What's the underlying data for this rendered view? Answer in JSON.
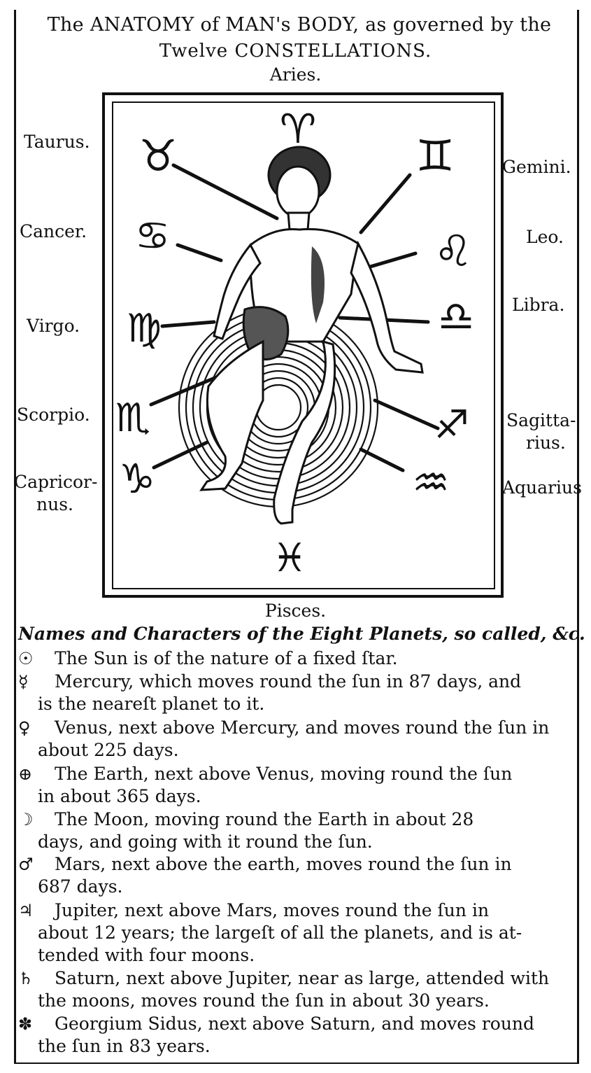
{
  "title": {
    "line1": "The ANATOMY of MAN's BODY, as governed by the",
    "line2": "Twelve CONSTELLATIONS."
  },
  "signs": {
    "aries": "Aries.",
    "taurus": "Taurus.",
    "gemini": "Gemini.",
    "cancer": "Cancer.",
    "leo": "Leo.",
    "virgo": "Virgo.",
    "libra": "Libra.",
    "scorpio": "Scorpio.",
    "sagittarius_1": "Sagitta-",
    "sagittarius_2": "rius.",
    "capricornus_1": "Capricor-",
    "capricornus_2": "nus.",
    "aquarius": "Aquarius",
    "pisces": "Pisces."
  },
  "zodiac_glyphs": {
    "aries": "♈",
    "taurus": "♉",
    "gemini": "♊",
    "cancer": "♋",
    "leo": "♌",
    "virgo": "♍",
    "libra": "♎",
    "scorpio": "♏",
    "sagittarius": "♐",
    "capricorn": "♑",
    "aquarius": "♒",
    "pisces": "♓"
  },
  "planets_heading": "Names and Characters of the Eight Planets, so called, &c.",
  "planets": [
    {
      "symbol": "☉",
      "line1": "The Sun is of  the nature of a fixed ſtar.",
      "line2": ""
    },
    {
      "symbol": "☿",
      "line1": "Mercury, which moves round the ſun in 87 days, and",
      "line2": "is the neareſt planet to it."
    },
    {
      "symbol": "♀",
      "line1": "Venus, next above Mercury, and moves round the ſun in",
      "line2": "about 225 days."
    },
    {
      "symbol": "⊕",
      "line1": "The  Earth,  next above Venus, moving round the ſun",
      "line2": "in about 365 days."
    },
    {
      "symbol": "☽",
      "line1": "The  Moon,  moving  round  the  Earth  in  about  28",
      "line2": "days, and going with it round the  ſun."
    },
    {
      "symbol": "♂",
      "line1": "Mars,  next  above the  earth,  moves  round  the ſun in",
      "line2": "687 days."
    },
    {
      "symbol": "♃",
      "line1": "Jupiter,  next  above  Mars,  moves round  the  ſun  in",
      "line2": "about 12 years;  the largeſt  of all the  planets, and is at-",
      "line3": "tended with four moons."
    },
    {
      "symbol": "♄",
      "line1": "Saturn,  next above Jupiter, near as large, attended with",
      "line2": "the  moons,  moves  round  the ſun  in  about  30 years."
    },
    {
      "symbol": "✽",
      "line1": "Georgium  Sidus,  next above Saturn, and moves round",
      "line2": "the  ſun in 83  years."
    }
  ]
}
